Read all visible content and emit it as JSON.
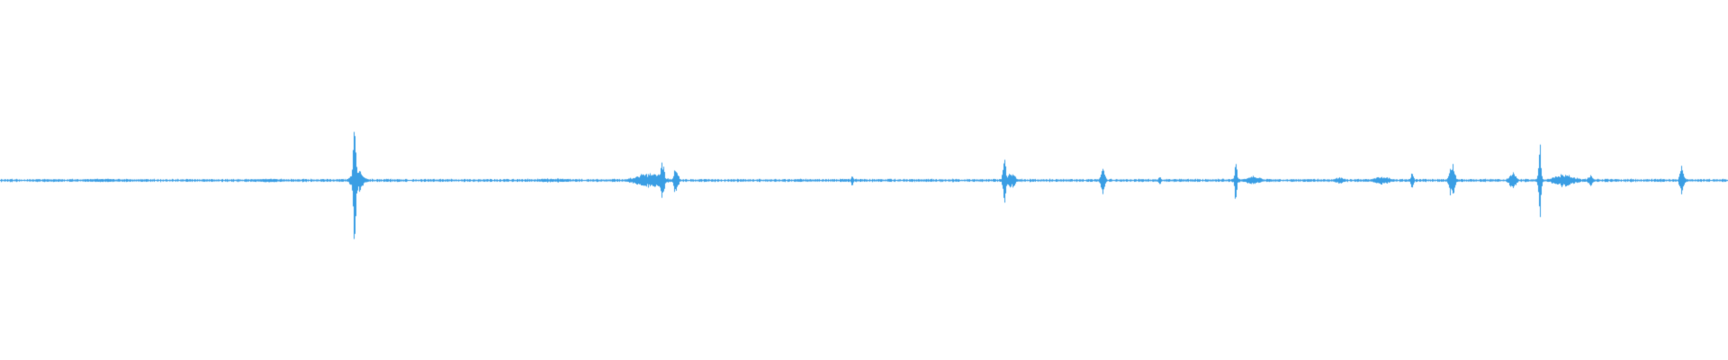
{
  "waveform": {
    "color": "#3a9ee4",
    "peak_scale": 1.0,
    "baseline_amplitude": 0.008,
    "bursts": [
      {
        "t": 0.06,
        "amp": 0.01,
        "width": 0.02
      },
      {
        "t": 0.155,
        "amp": 0.012,
        "width": 0.015
      },
      {
        "t": 0.205,
        "amp": 0.38,
        "width": 0.0012
      },
      {
        "t": 0.2065,
        "amp": 0.08,
        "width": 0.004
      },
      {
        "t": 0.32,
        "amp": 0.012,
        "width": 0.015
      },
      {
        "t": 0.375,
        "amp": 0.05,
        "width": 0.01
      },
      {
        "t": 0.383,
        "amp": 0.13,
        "width": 0.0015
      },
      {
        "t": 0.391,
        "amp": 0.1,
        "width": 0.0015
      },
      {
        "t": 0.463,
        "amp": 0.012,
        "width": 0.003
      },
      {
        "t": 0.493,
        "amp": 0.035,
        "width": 0.0008
      },
      {
        "t": 0.581,
        "amp": 0.2,
        "width": 0.001
      },
      {
        "t": 0.585,
        "amp": 0.05,
        "width": 0.003
      },
      {
        "t": 0.638,
        "amp": 0.1,
        "width": 0.0015
      },
      {
        "t": 0.671,
        "amp": 0.025,
        "width": 0.001
      },
      {
        "t": 0.715,
        "amp": 0.018,
        "width": 0.003
      },
      {
        "t": 0.715,
        "amp": 0.14,
        "width": 0.0009
      },
      {
        "t": 0.725,
        "amp": 0.03,
        "width": 0.005
      },
      {
        "t": 0.775,
        "amp": 0.02,
        "width": 0.004
      },
      {
        "t": 0.8,
        "amp": 0.025,
        "width": 0.006
      },
      {
        "t": 0.817,
        "amp": 0.06,
        "width": 0.001
      },
      {
        "t": 0.84,
        "amp": 0.11,
        "width": 0.002
      },
      {
        "t": 0.875,
        "amp": 0.06,
        "width": 0.0025
      },
      {
        "t": 0.891,
        "amp": 0.22,
        "width": 0.001
      },
      {
        "t": 0.905,
        "amp": 0.04,
        "width": 0.008
      },
      {
        "t": 0.92,
        "amp": 0.035,
        "width": 0.002
      },
      {
        "t": 0.973,
        "amp": 0.09,
        "width": 0.0015
      }
    ]
  }
}
